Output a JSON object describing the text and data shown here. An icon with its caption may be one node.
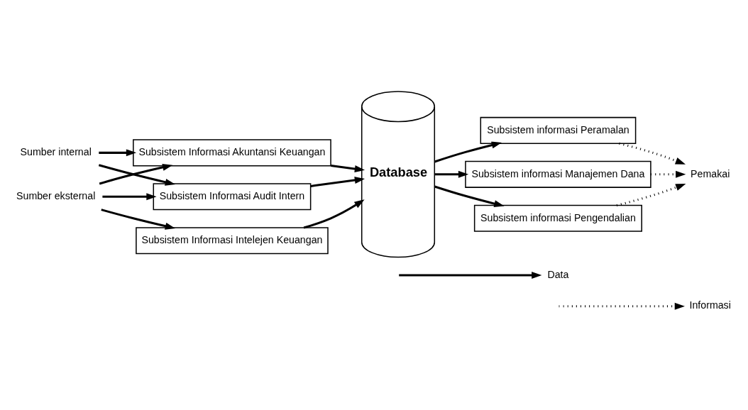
{
  "diagram": {
    "nodes": [
      {
        "text": [
          "Subsistem Informasi Akuntansi Keuangan"
        ]
      },
      {
        "text": [
          "Sumber internal"
        ]
      },
      {
        "text": [
          "Subsistem Informasi Audit Intern"
        ]
      },
      {
        "text": [
          "Sumber eksternal"
        ]
      },
      {
        "text": [
          "Subsistem Informasi Intelejen Keuangan"
        ]
      },
      {
        "text": [
          "Database"
        ]
      },
      {
        "text": [
          "Subsistem informasi Peramalan"
        ]
      },
      {
        "text": [
          "Subsistem informasi Manajemen Dana"
        ]
      },
      {
        "text": [
          "Subsistem informasi Pengendalian"
        ]
      },
      {
        "text": [
          "Pemakai"
        ]
      }
    ],
    "edges": [
      {
        "from": 3,
        "to": 0,
        "arrow": "to"
      },
      {
        "from": 1,
        "to": 0,
        "arrow": "to"
      },
      {
        "from": 1,
        "to": 2,
        "arrow": "to"
      },
      {
        "from": 3,
        "to": 2,
        "arrow": "to"
      },
      {
        "from": 3,
        "to": 4,
        "arrow": "to"
      },
      {
        "from": 0,
        "to": 5,
        "arrow": "to"
      },
      {
        "from": 2,
        "to": 5,
        "arrow": "to"
      },
      {
        "from": 4,
        "to": 5,
        "arrow": "to"
      },
      {
        "from": 5,
        "to": 6,
        "arrow": "to"
      },
      {
        "from": 5,
        "to": 7,
        "arrow": "to"
      },
      {
        "from": 5,
        "to": 8,
        "arrow": "to"
      },
      {
        "from": 6,
        "to": 9,
        "arrow": "to",
        "style": "dashed"
      },
      {
        "from": 7,
        "to": 9,
        "arrow": "to",
        "style": "dashed"
      },
      {
        "from": 8,
        "to": 9,
        "arrow": "to",
        "style": "dashed"
      }
    ],
    "legend": [
      {
        "text": "Data"
      },
      {
        "text": "Informasi"
      }
    ]
  }
}
